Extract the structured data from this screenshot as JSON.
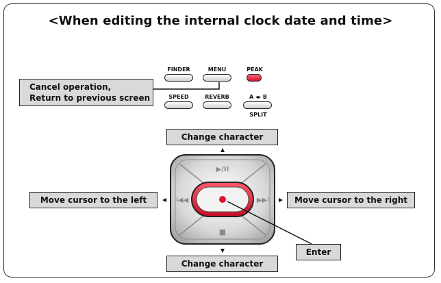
{
  "title": "<When editing the internal clock date and time>",
  "callouts": {
    "cancel_line1": "Cancel operation,",
    "cancel_line2": "Return to previous screen",
    "change_top": "Change character",
    "change_bottom": "Change character",
    "move_left": "Move cursor to the left",
    "move_right": "Move cursor to the right",
    "enter": "Enter"
  },
  "buttons": {
    "finder": "FINDER",
    "menu": "MENU",
    "peak": "PEAK",
    "speed": "SPEED",
    "reverb": "REVERB",
    "ab": "A ◂▸ B",
    "split": "SPLIT"
  },
  "pad_glyphs": {
    "play_pause": "▶/II",
    "rewind": "I◀◀",
    "forward": "▶▶I",
    "stop": "■",
    "record": "●"
  },
  "colors": {
    "label_fill": "#d9d9d9",
    "record_red": "#e0142e",
    "pad_silver": "#cfcfcf"
  }
}
